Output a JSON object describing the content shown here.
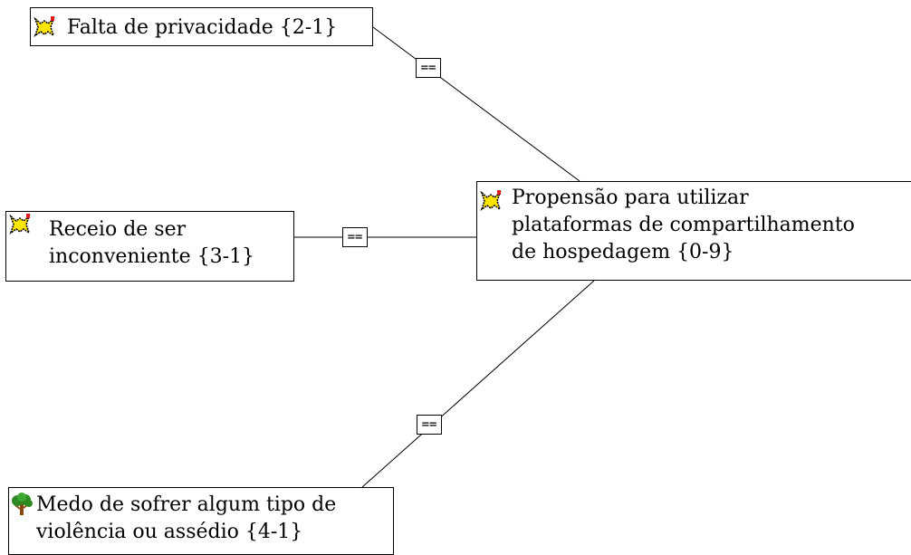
{
  "codes": [
    {
      "id": "falta",
      "label": "Falta de privacidade {2-1}",
      "icon": "code-icon"
    },
    {
      "id": "propensao",
      "label": "Propensão para utilizar\nplataformas de compartilhamento\nde hospedagem {0-9}",
      "icon": "code-icon"
    },
    {
      "id": "receio",
      "label": "Receio de ser\ninconveniente {3-1}",
      "icon": "code-icon"
    },
    {
      "id": "medo",
      "label": "Medo de sofrer algum tipo de\nviolência ou assédio {4-1}",
      "icon": "tree-icon"
    }
  ],
  "relations": [
    {
      "from": "falta",
      "to": "propensao",
      "label": "=="
    },
    {
      "from": "receio",
      "to": "propensao",
      "label": "=="
    },
    {
      "from": "medo",
      "to": "propensao",
      "label": "=="
    }
  ],
  "colors": {
    "code_icon_fill": "#ffe600",
    "code_icon_border": "#000000",
    "code_icon_marker": "#e21a1a",
    "tree_leaves": "#2e8b22",
    "tree_trunk": "#8b4a14"
  }
}
